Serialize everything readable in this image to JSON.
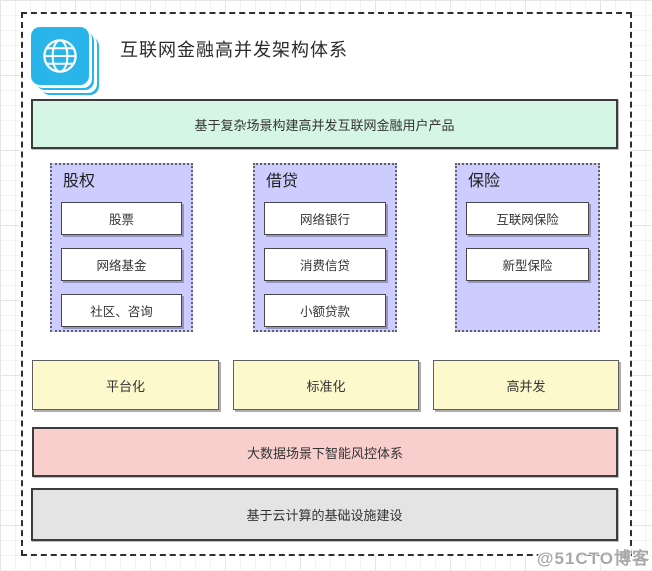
{
  "diagram": {
    "title": "互联网金融高并发架构体系",
    "top_banner": "基于复杂场景构建高并发互联网金融用户产品",
    "groups": [
      {
        "title": "股权",
        "items": [
          "股票",
          "网络基金",
          "社区、咨询"
        ]
      },
      {
        "title": "借贷",
        "items": [
          "网络银行",
          "消费信贷",
          "小额贷款"
        ]
      },
      {
        "title": "保险",
        "items": [
          "互联网保险",
          "新型保险"
        ]
      }
    ],
    "capabilities": [
      "平台化",
      "标准化",
      "高并发"
    ],
    "risk_banner": "大数据场景下智能风控体系",
    "infra_banner": "基于云计算的基础设施建设"
  },
  "watermark": "@51CTO博客",
  "icons": {
    "logo": "globe-icon"
  },
  "colors": {
    "icon_cyan": "#29b5ea",
    "banner_green": "#d6f6e5",
    "group_purple": "#ccccff",
    "capability_yellow": "#fdf9cc",
    "risk_pink": "#f9cfce",
    "infra_gray": "#e4e4e4",
    "border_dark": "#3c3c3c"
  }
}
